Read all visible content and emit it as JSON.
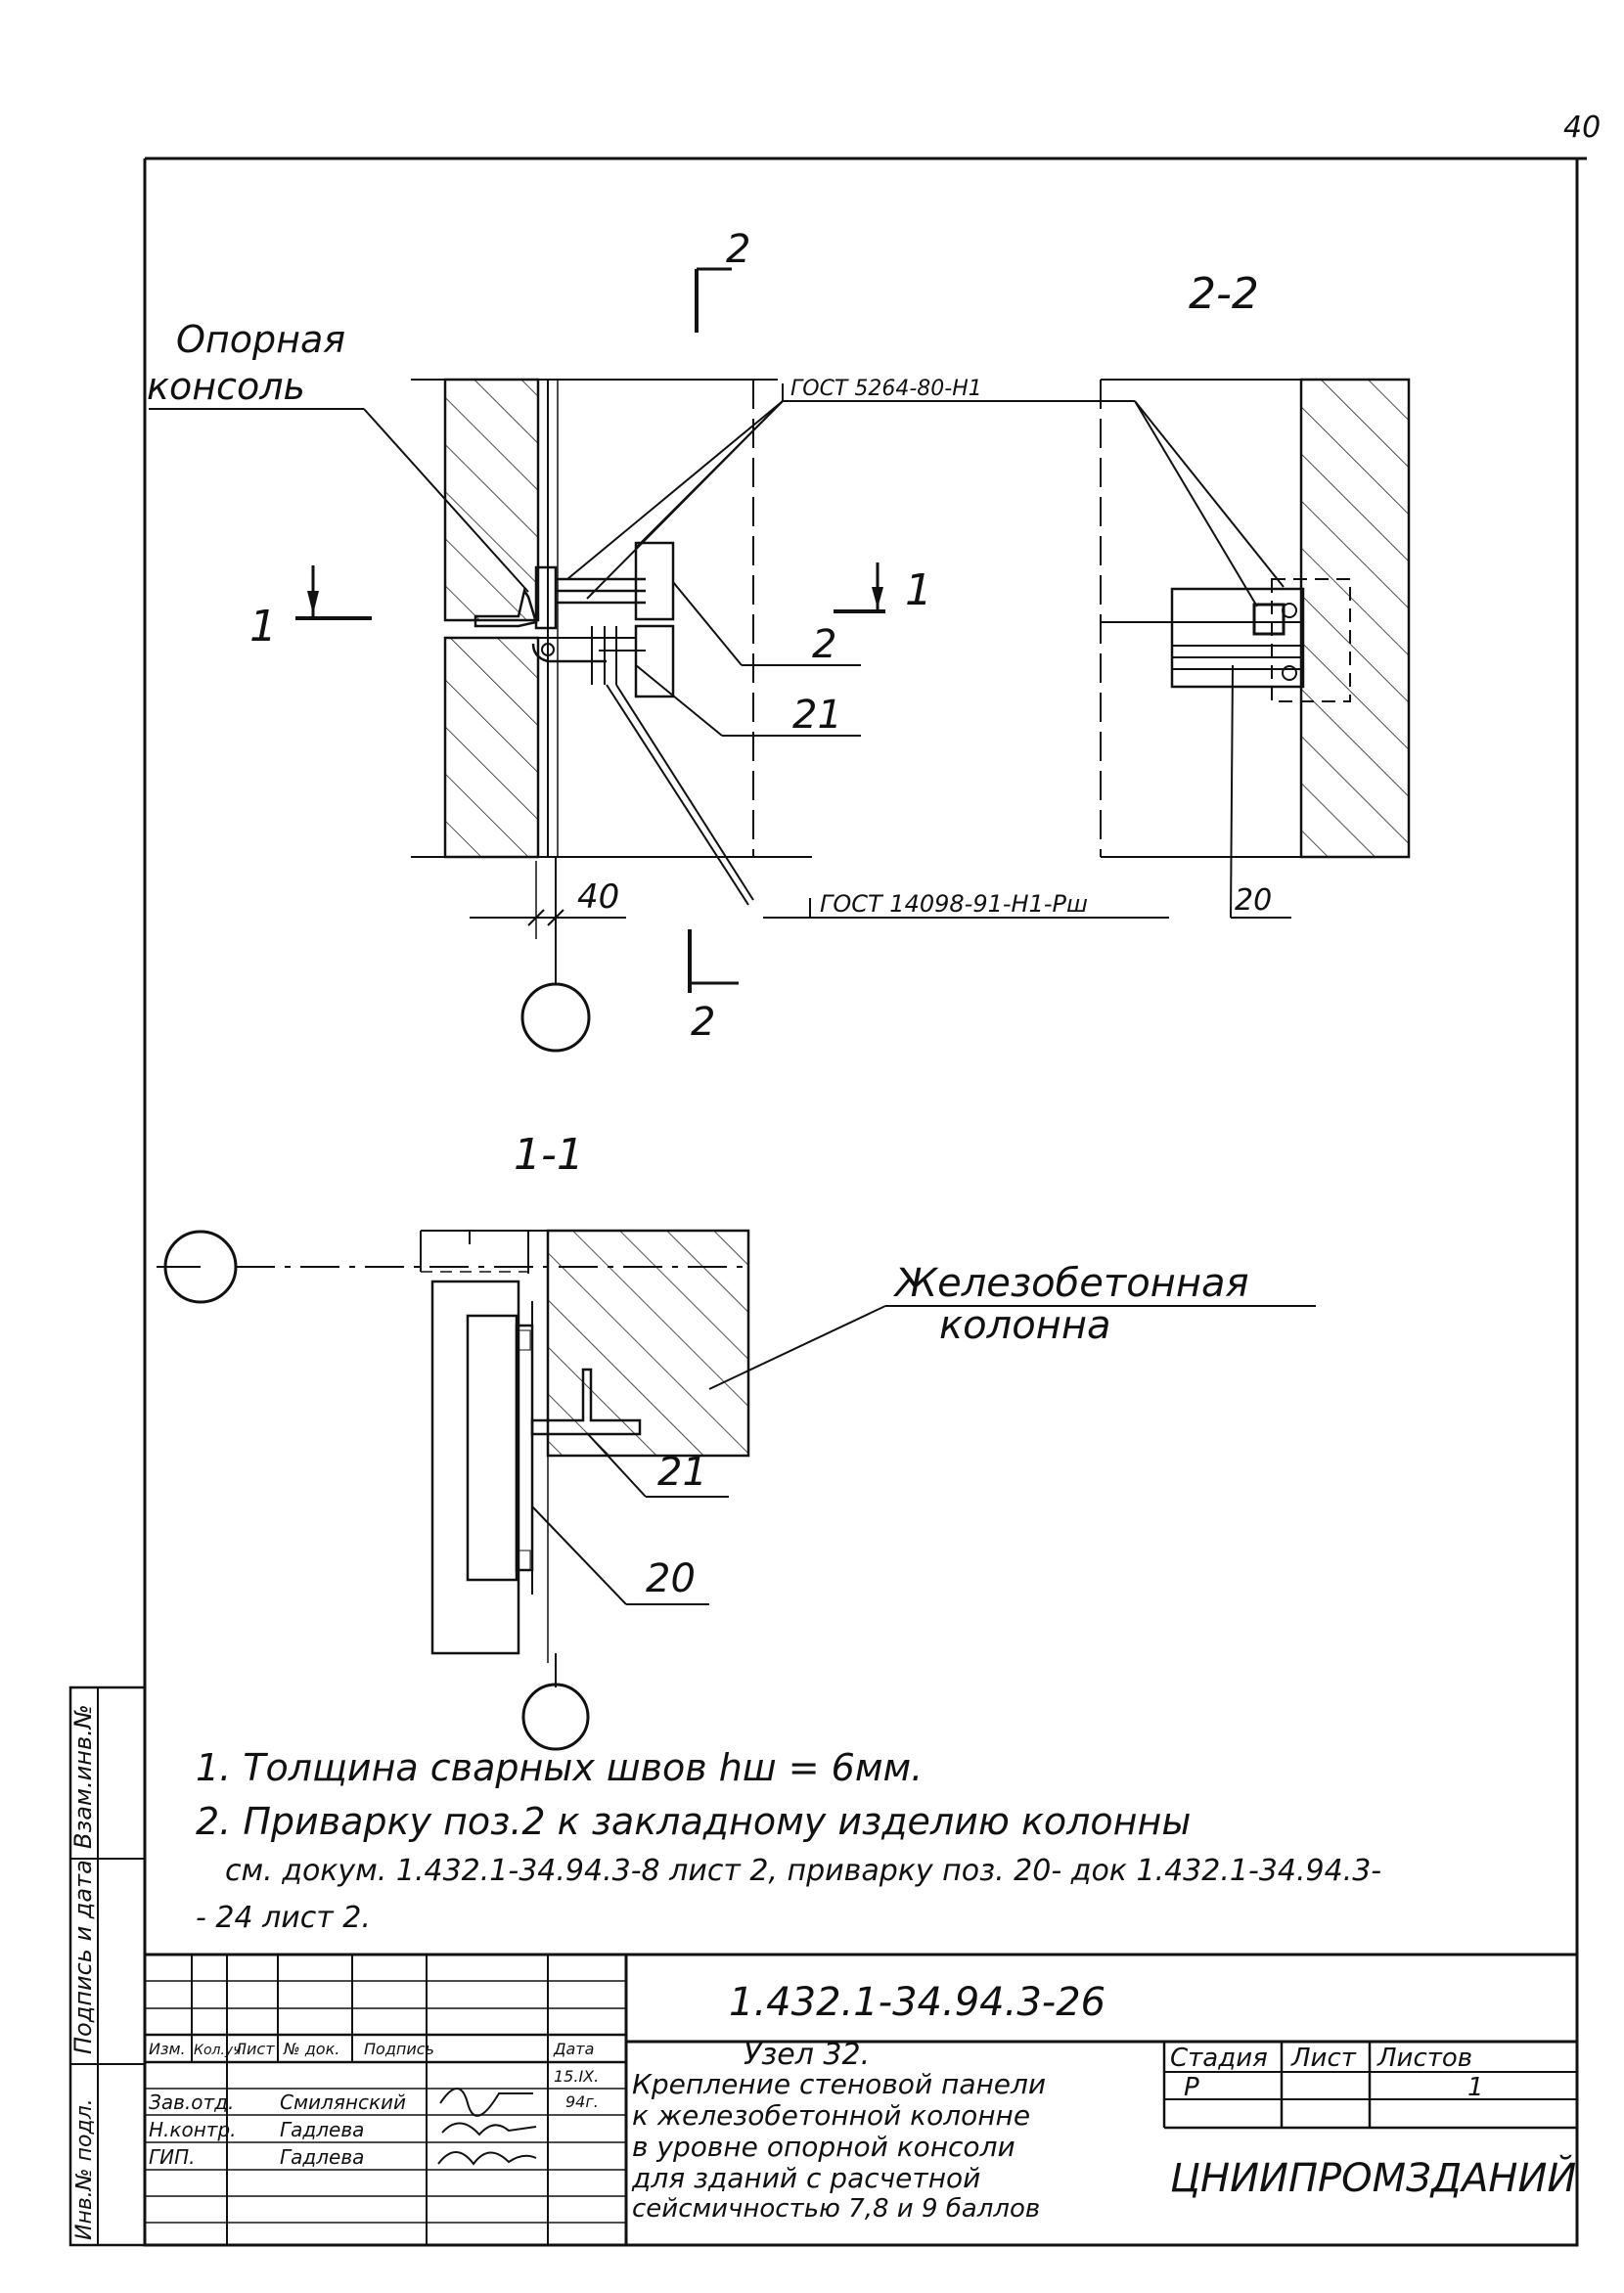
{
  "page_number": "40",
  "section_marks": {
    "cut_2_top": "2",
    "cut_2_bottom": "2",
    "cut_1_left": "1",
    "cut_1_right": "1"
  },
  "views": {
    "section_2_2": "2-2",
    "section_1_1": "1-1"
  },
  "callouts": {
    "support_console_line1": "Опорная",
    "support_console_line2": "консоль",
    "gost_top": "ГОСТ 5264-80-Н1",
    "gost_bottom": "ГОСТ 14098-91-Н1-Рш",
    "pos_2": "2",
    "pos_21_top": "21",
    "pos_20_right": "20",
    "pos_21_bottom": "21",
    "pos_20_bottom": "20",
    "dimension_40": "40",
    "column_line1": "Железобетонная",
    "column_line2": "колонна"
  },
  "notes": {
    "note1": "1. Толщина сварных швов hш = 6мм.",
    "note2_line1": "2. Приварку поз.2 к закладному изделию колонны",
    "note2_line2": "см. докум. 1.432.1-34.94.3-8 лист 2, приварку поз. 20- док 1.432.1-34.94.3-",
    "note2_line3": "- 24 лист 2."
  },
  "side_stamp": {
    "field1": "Взам.инв.№",
    "field2": "Подпись и дата",
    "field3": "Инв.№ подл."
  },
  "title_block": {
    "doc_code": "1.432.1-34.94.3-26",
    "headers": {
      "izm": "Изм.",
      "kol_uch": "Кол.уч",
      "list": "Лист",
      "n_dok": "№ док.",
      "podpis": "Подпись",
      "data": "Дата"
    },
    "date_line1": "15.IX.",
    "date_line2": "94г.",
    "roles": [
      {
        "role": "Зав.отд.",
        "name": "Смилянский"
      },
      {
        "role": "Н.контр.",
        "name": "Гадлева"
      },
      {
        "role": "ГИП.",
        "name": "Гадлева"
      }
    ],
    "title_lines": [
      "Узел 32.",
      "Крепление стеновой панели",
      "к железобетонной колонне",
      "в уровне опорной консоли",
      "для зданий с расчетной",
      "сейсмичностью 7,8 и 9 баллов"
    ],
    "stage_header": "Стадия",
    "sheet_header": "Лист",
    "sheets_header": "Листов",
    "stage": "Р",
    "sheets": "1",
    "organization": "ЦНИИПРОМЗДАНИЙ"
  }
}
